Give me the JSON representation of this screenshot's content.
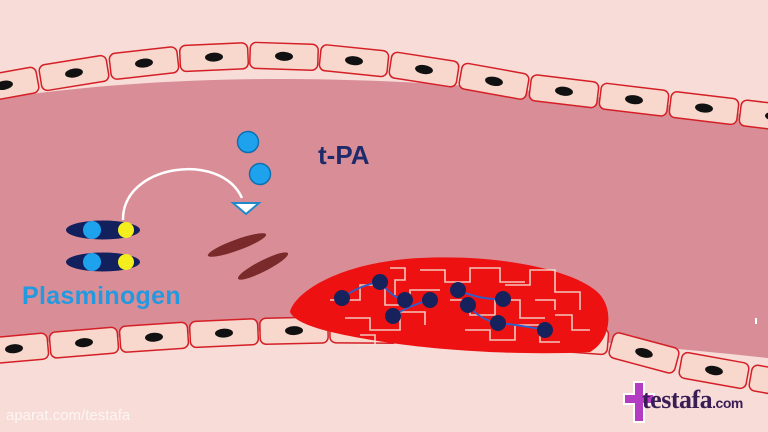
{
  "labels": {
    "tpa": "t-PA",
    "plasminogen": "Plasminogen"
  },
  "watermark": "aparat.com/testafa",
  "logo": {
    "main": "testafa",
    "suffix": ".com"
  },
  "colors": {
    "background": "#f7dcd7",
    "vessel_lumen": "#d98e97",
    "cell_fill": "#f8d7cc",
    "cell_border": "#d41f26",
    "nucleus": "#111111",
    "clot": "#ee1111",
    "fibrin": "#f5e6d8",
    "node": "#17215c",
    "tpa_blue": "#1ea2ee",
    "plasminogen_blue": "#2399e0",
    "plasminogen_yellow": "#f5ee1f",
    "plasminogen_body": "#13205e",
    "tpa_label": "#1f2a6b",
    "cleaved_fragment": "#7a2a2a",
    "logo_cross": "#b43cc3"
  },
  "icons": [
    "arrow-curve-icon",
    "triangle-head-icon",
    "plus-cross-icon"
  ]
}
